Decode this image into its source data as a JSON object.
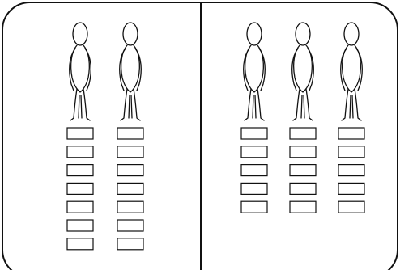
{
  "colors": {
    "stroke": "#111111",
    "background": "#ffffff"
  },
  "panels": [
    {
      "name": "left",
      "figures": [
        {
          "stack_count": 7
        },
        {
          "stack_count": 7
        }
      ]
    },
    {
      "name": "right",
      "figures": [
        {
          "stack_count": 5
        },
        {
          "stack_count": 5
        },
        {
          "stack_count": 5
        }
      ]
    }
  ]
}
